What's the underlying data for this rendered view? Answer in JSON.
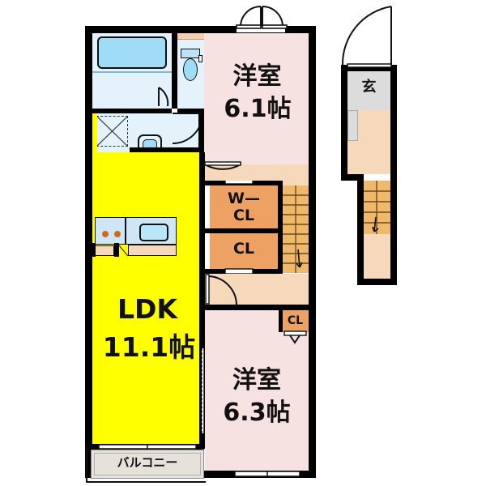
{
  "plan": {
    "title": "間取り図",
    "type": "2LDK apartment floor plan"
  },
  "rooms": [
    {
      "key": "washitsu_top",
      "name_jp": "洋室",
      "area": "6.1帖",
      "color": "#f7e2e2"
    },
    {
      "key": "washitsu_bottom",
      "name_jp": "洋室",
      "area": "6.3帖",
      "color": "#f7e2e2"
    },
    {
      "key": "ldk",
      "name_jp": "LDK",
      "area": "11.1帖",
      "color": "#ffff00"
    }
  ],
  "labels": {
    "bedroom_top_name": "洋室",
    "bedroom_top_area": "6.1帖",
    "bedroom_bottom_name": "洋室",
    "bedroom_bottom_area": "6.3帖",
    "ldk_name": "LDK",
    "ldk_area": "11.1帖",
    "walk_in_closet": "W—",
    "walk_in_closet2": "CL",
    "closet": "CL",
    "closet_small": "CL",
    "entrance": "玄",
    "balcony": "バルコニー"
  },
  "colors": {
    "wall": "#000000",
    "bedroom": "#f7e2e2",
    "ldk": "#ffff00",
    "closet": "#eda264",
    "hallway": "#f6d8ba",
    "entrance_tile": "#dcdcdc",
    "balcony": "#e6e1da",
    "water_area": "#d6ecfa",
    "bathtub": "#9fdcf7",
    "stair_wood": "#f0b96a",
    "background": "#ffffff"
  },
  "fixtures": [
    {
      "name": "bathtub",
      "room": "bathroom"
    },
    {
      "name": "toilet",
      "room": "toilet"
    },
    {
      "name": "washbasin",
      "room": "washroom"
    },
    {
      "name": "washing-machine-space",
      "room": "washroom"
    },
    {
      "name": "kitchen-sink",
      "room": "ldk"
    },
    {
      "name": "gas-stove-2-burner",
      "room": "ldk"
    },
    {
      "name": "indoor-staircase",
      "room": "hallway"
    },
    {
      "name": "outdoor-staircase",
      "room": "exterior-corridor"
    }
  ]
}
